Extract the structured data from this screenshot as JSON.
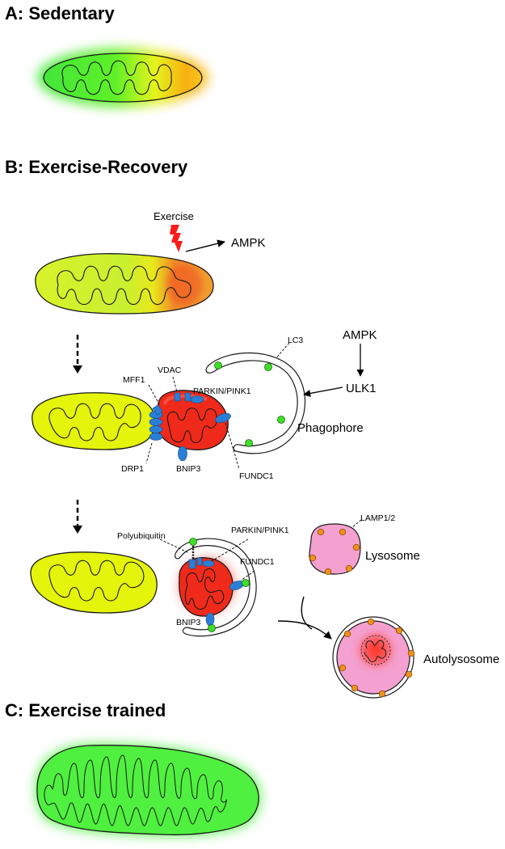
{
  "panels": {
    "a": {
      "title": "A: Sedentary"
    },
    "b": {
      "title": "B: Exercise-Recovery",
      "stimulus": "Exercise",
      "signal": "AMPK",
      "upstream_kinase": "AMPK",
      "downstream_kinase": "ULK1",
      "labels": {
        "mff1": "MFF1",
        "vdac": "VDAC",
        "parkin_pink1": "PARKIN/PINK1",
        "drp1": "DRP1",
        "bnip3": "BNIP3",
        "fundc1": "FUNDC1",
        "lc3": "LC3",
        "phagophore": "Phagophore",
        "polyubiquitin": "Polyubiquitin",
        "parkin_pink1_2": "PARKIN/PINK1",
        "fundc1_2": "FUNDC1",
        "bnip3_2": "BNIP3",
        "lamp": "LAMP1/2",
        "lysosome": "Lysosome",
        "autolysosome": "Autolysosome"
      }
    },
    "c": {
      "title": "C: Exercise trained"
    }
  },
  "colors": {
    "healthy": "#4cf040",
    "intermediate": "#e8f51a",
    "damaged": "#f02a1a",
    "protein": "#2a7fd4",
    "lc3": "#3ee026",
    "lysosome": "#f4a0d0",
    "lamp": "#f0901a",
    "exercise_bolt": "#ff1a1a"
  }
}
